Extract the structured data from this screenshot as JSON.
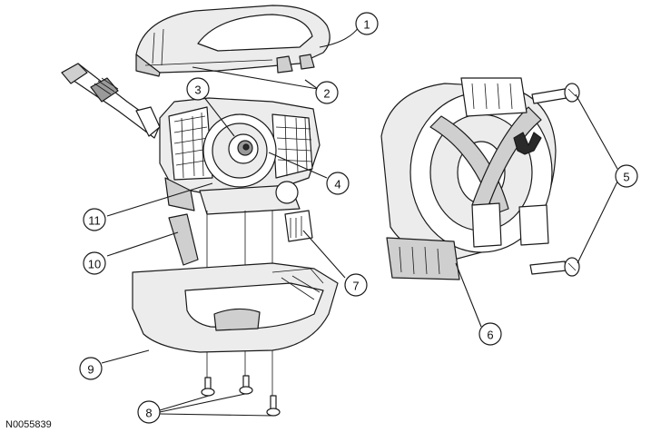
{
  "figure_id": "N0055839",
  "callouts": [
    "1",
    "2",
    "3",
    "4",
    "5",
    "6",
    "7",
    "8",
    "9",
    "10",
    "11"
  ],
  "parts": {
    "upper_shroud": "upper-steering-column-shroud",
    "multifunction_switch": "multifunction-switch",
    "clockspring": "clockspring",
    "lower_shroud": "lower-steering-column-shroud",
    "screws": "screw"
  }
}
